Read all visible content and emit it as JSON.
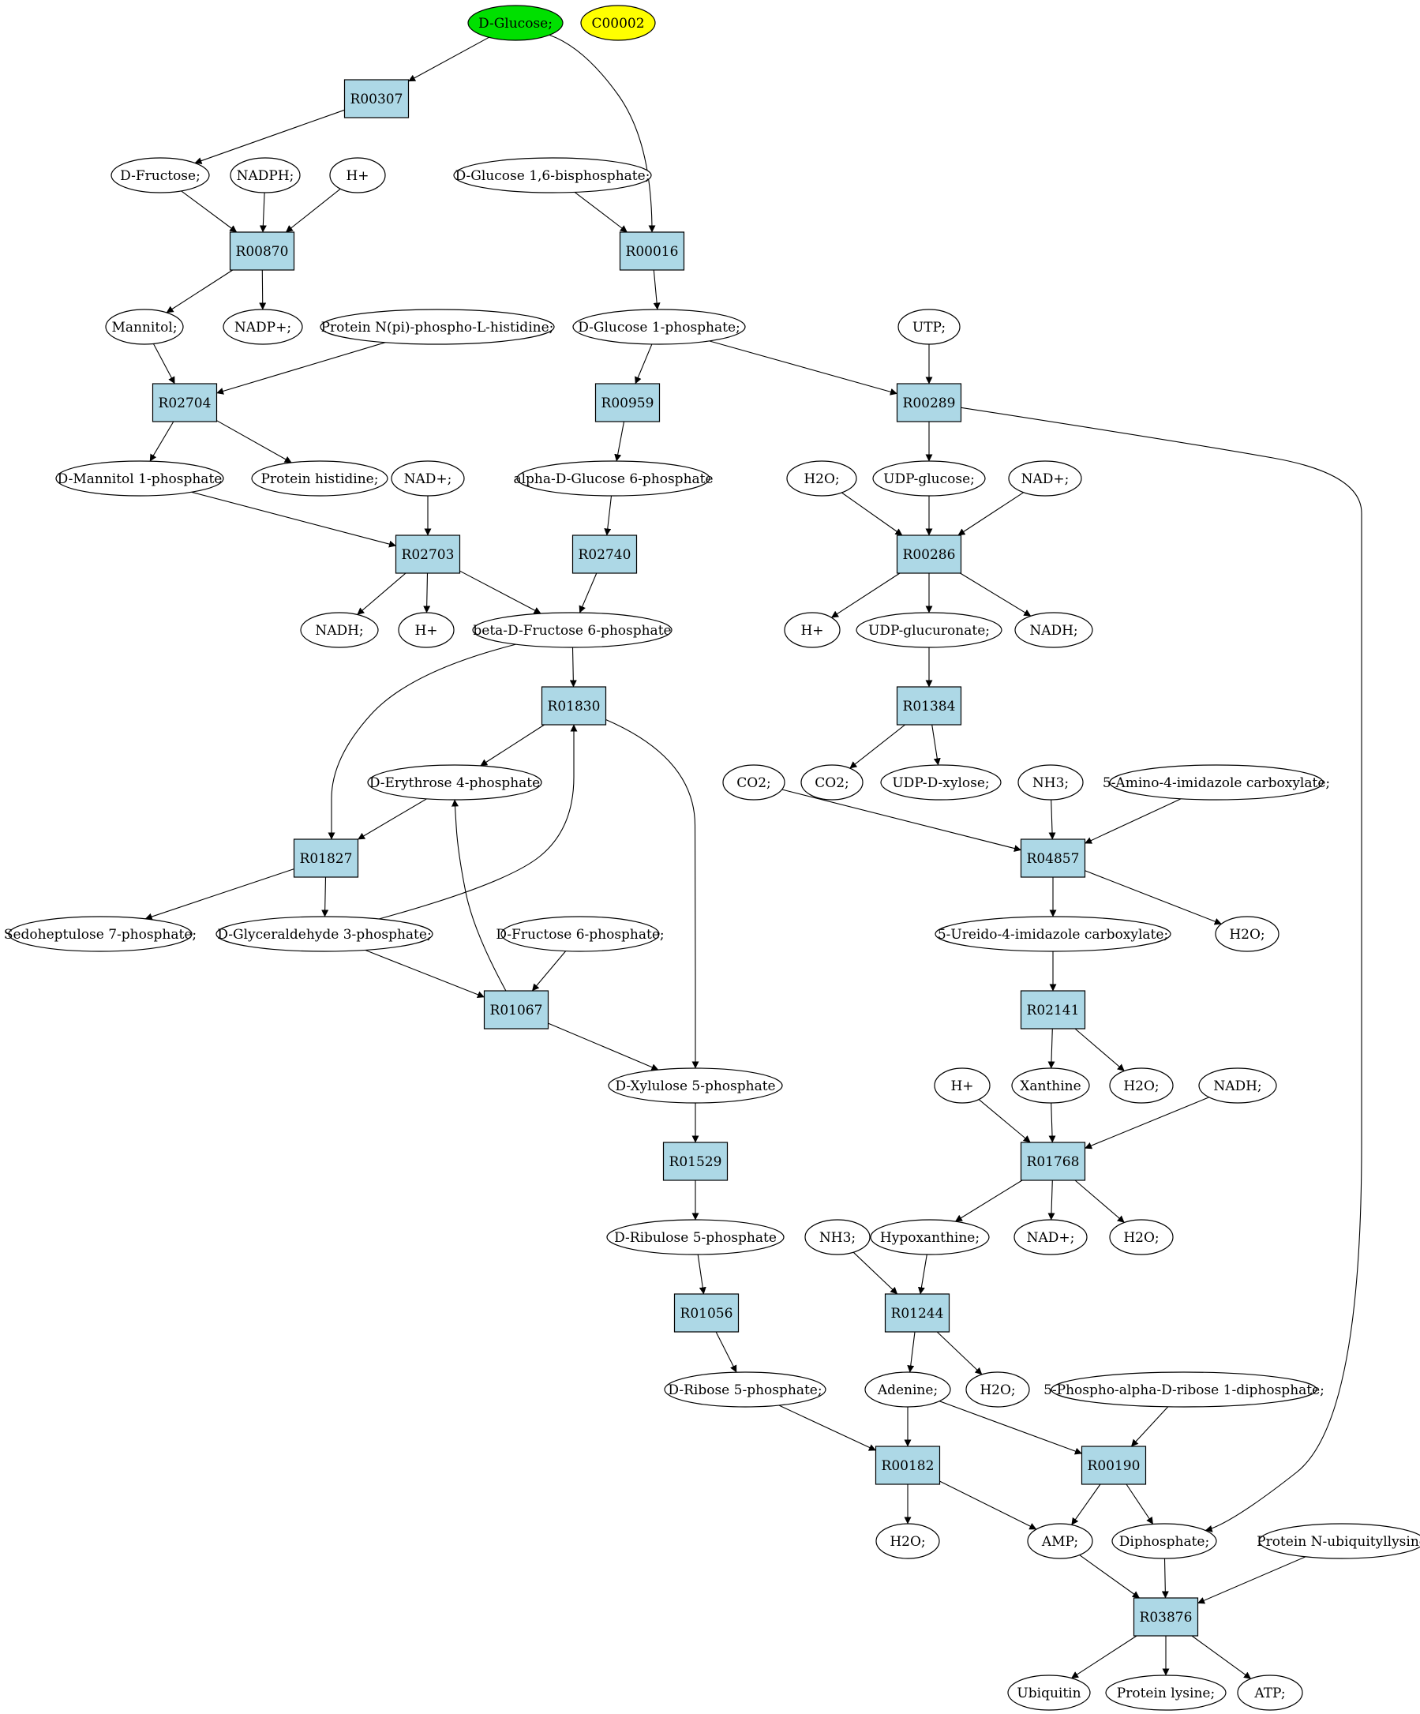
{
  "compounds": {
    "glucose": "D-Glucose;",
    "c00002": "C00002",
    "fructose": "D-Fructose;",
    "nadph": "NADPH;",
    "h1": "H+",
    "g16bp": "D-Glucose 1,6-bisphosphate;",
    "mannitol": "Mannitol;",
    "nadp": "NADP+;",
    "protnph": "Protein N(pi)-phospho-L-histidine;",
    "g1p": "D-Glucose 1-phosphate;",
    "utp": "UTP;",
    "m1p": "D-Mannitol 1-phosphate",
    "prothis": "Protein histidine;",
    "nad1": "NAD+;",
    "ag6p": "alpha-D-Glucose 6-phosphate",
    "h2o1": "H2O;",
    "udpg": "UDP-glucose;",
    "nad2": "NAD+;",
    "nadh1": "NADH;",
    "h2": "H+",
    "bf6p": "beta-D-Fructose 6-phosphate",
    "h3": "H+",
    "udpgluc": "UDP-glucuronate;",
    "nadh2": "NADH;",
    "e4p": "D-Erythrose 4-phosphate",
    "co2a": "CO2;",
    "co2b": "CO2;",
    "udpx": "UDP-D-xylose;",
    "nh3a": "NH3;",
    "aic": "5-Amino-4-imidazole carboxylate;",
    "s7p": "Sedoheptulose 7-phosphate;",
    "g3p": "D-Glyceraldehyde 3-phosphate;",
    "f6p": "D-Fructose 6-phosphate;",
    "uic": "5-Ureido-4-imidazole carboxylate;",
    "h2o2": "H2O;",
    "x5p": "D-Xylulose 5-phosphate",
    "h4": "H+",
    "xanthine": "Xanthine",
    "h2o3": "H2O;",
    "nadh3": "NADH;",
    "ru5p": "D-Ribulose 5-phosphate",
    "nh3b": "NH3;",
    "hypox": "Hypoxanthine;",
    "nad3": "NAD+;",
    "h2o4": "H2O;",
    "r5p": "D-Ribose 5-phosphate;",
    "adenine": "Adenine;",
    "h2o5": "H2O;",
    "prpp": "5-Phospho-alpha-D-ribose 1-diphosphate;",
    "h2o6": "H2O;",
    "amp": "AMP;",
    "ppi": "Diphosphate;",
    "protub": "Protein N-ubiquityllysine",
    "ubiquitin": "Ubiquitin",
    "protlys": "Protein lysine;",
    "atp": "ATP;"
  },
  "reactions": {
    "R00307": "R00307",
    "R00870": "R00870",
    "R00016": "R00016",
    "R02704": "R02704",
    "R00959": "R00959",
    "R00289": "R00289",
    "R02703": "R02703",
    "R02740": "R02740",
    "R00286": "R00286",
    "R01830": "R01830",
    "R01384": "R01384",
    "R01827": "R01827",
    "R04857": "R04857",
    "R01067": "R01067",
    "R02141": "R02141",
    "R01529": "R01529",
    "R01768": "R01768",
    "R01056": "R01056",
    "R01244": "R01244",
    "R00182": "R00182",
    "R00190": "R00190",
    "R03876": "R03876"
  },
  "colors": {
    "start_node": "#00e000",
    "key_node": "#ffff00",
    "reaction_fill": "#add8e6"
  }
}
